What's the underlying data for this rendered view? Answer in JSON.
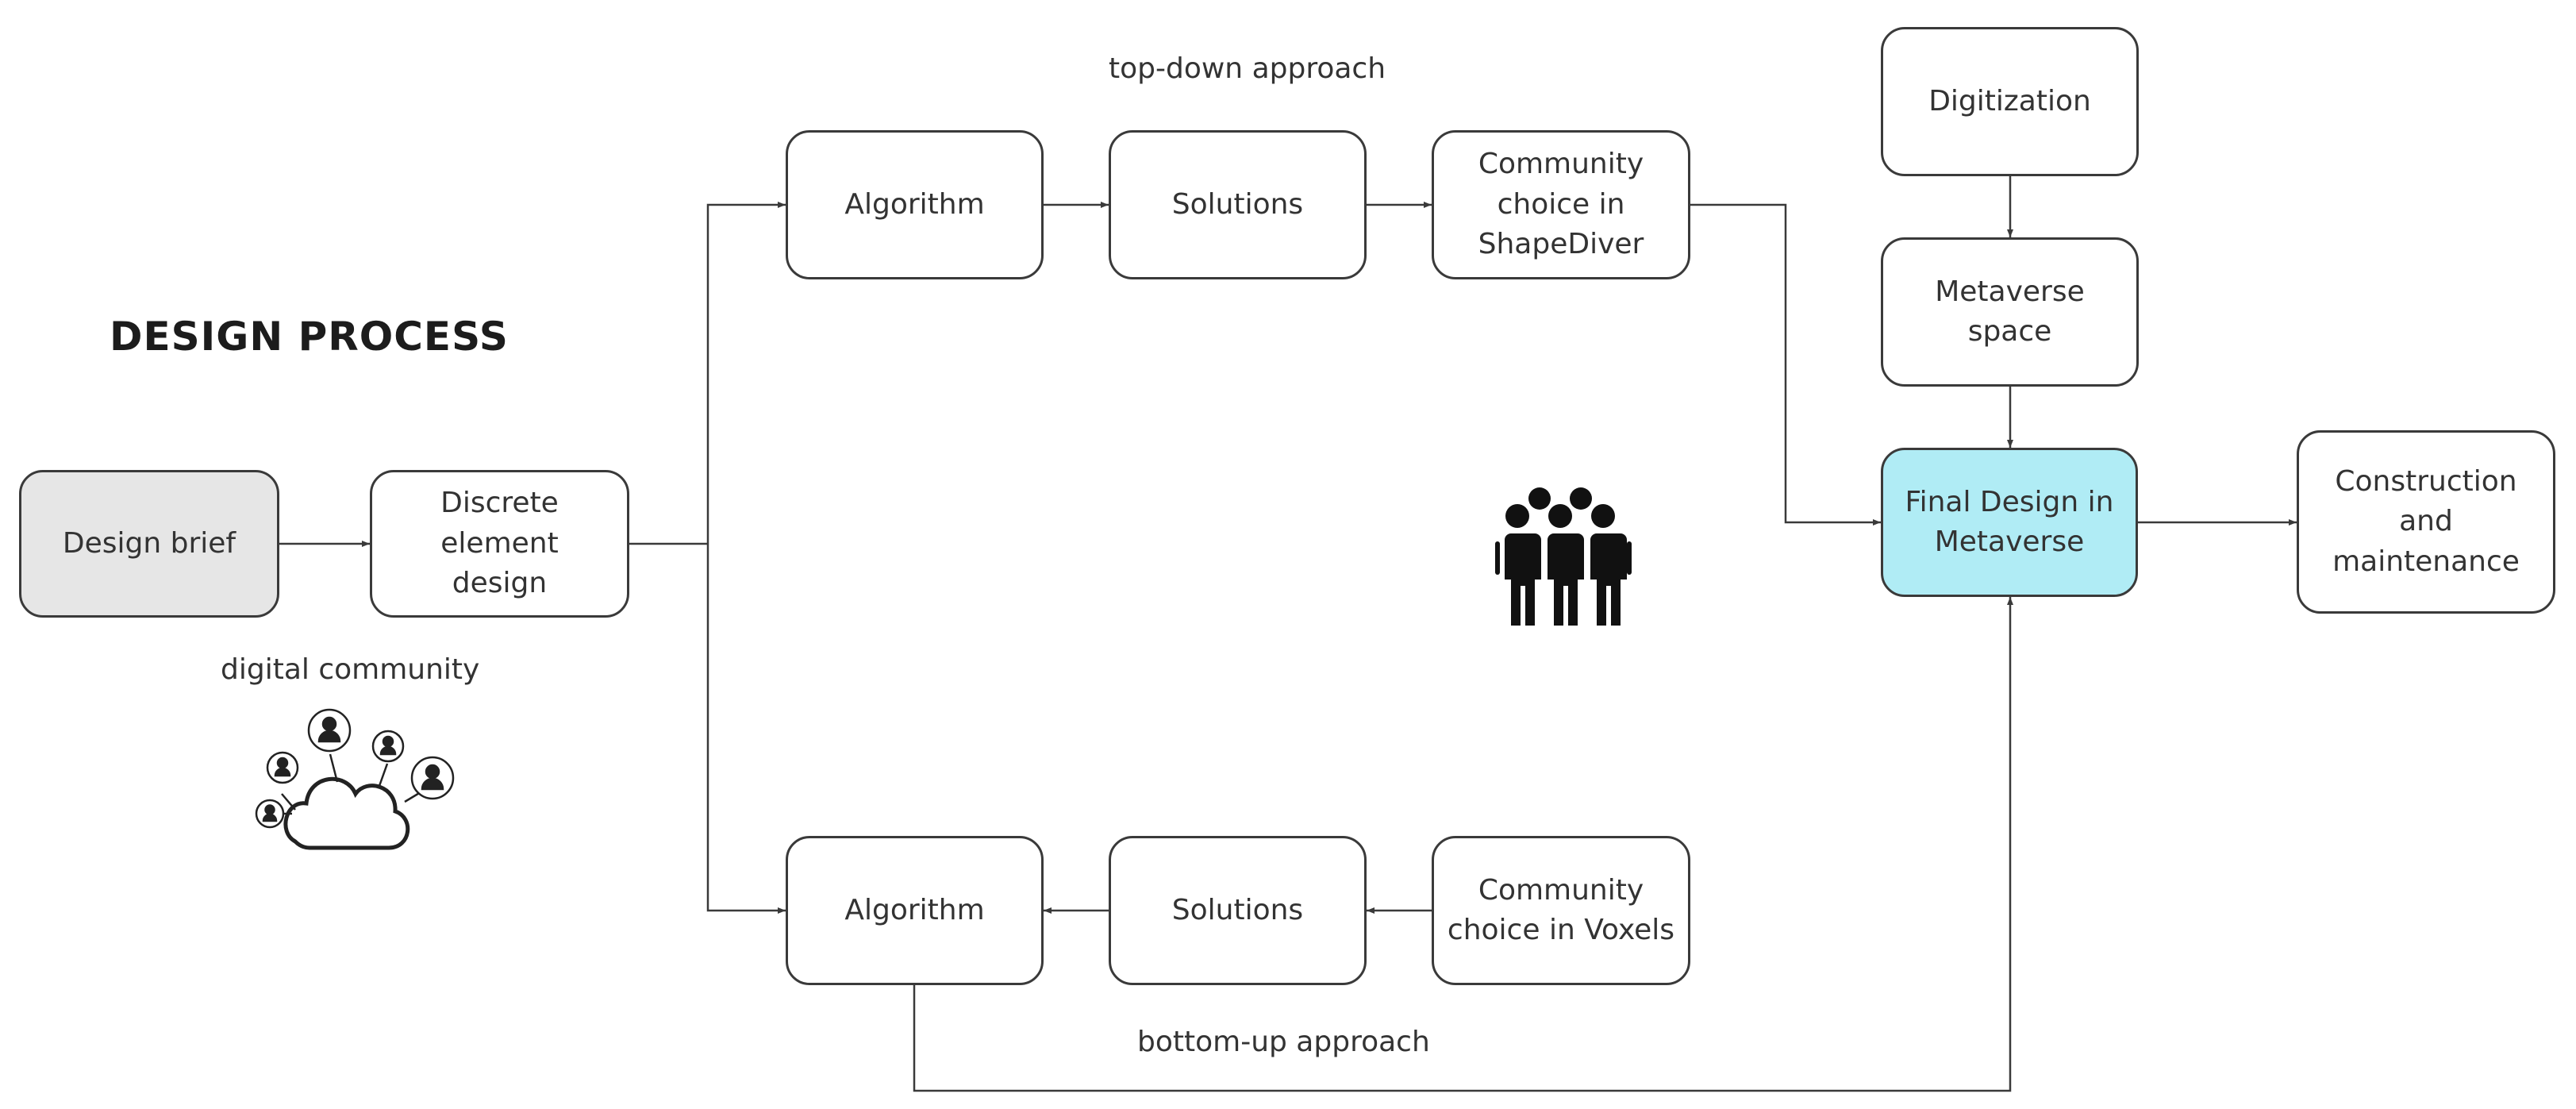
{
  "title": "DESIGN PROCESS",
  "labels": {
    "top_down": "top-down approach",
    "bottom_up": "bottom-up approach",
    "digital_community": "digital community"
  },
  "nodes": {
    "design_brief": "Design brief",
    "discrete_element": "Discrete element\ndesign",
    "algorithm_top": "Algorithm",
    "solutions_top": "Solutions",
    "community_shapediver": "Community\nchoice in\nShapeDiver",
    "digitization": "Digitization",
    "metaverse_space": "Metaverse space",
    "final_design": "Final Design in\nMetaverse",
    "construction": "Construction and\nmaintenance",
    "algorithm_bottom": "Algorithm",
    "solutions_bottom": "Solutions",
    "community_voxels": "Community\nchoice in Voxels"
  },
  "colors": {
    "design_brief_fill": "#e6e6e6",
    "final_design_fill": "#b0ecf5",
    "stroke": "#3a3a3a"
  },
  "icons": [
    "people-group-icon",
    "cloud-community-icon",
    "user-icon"
  ]
}
